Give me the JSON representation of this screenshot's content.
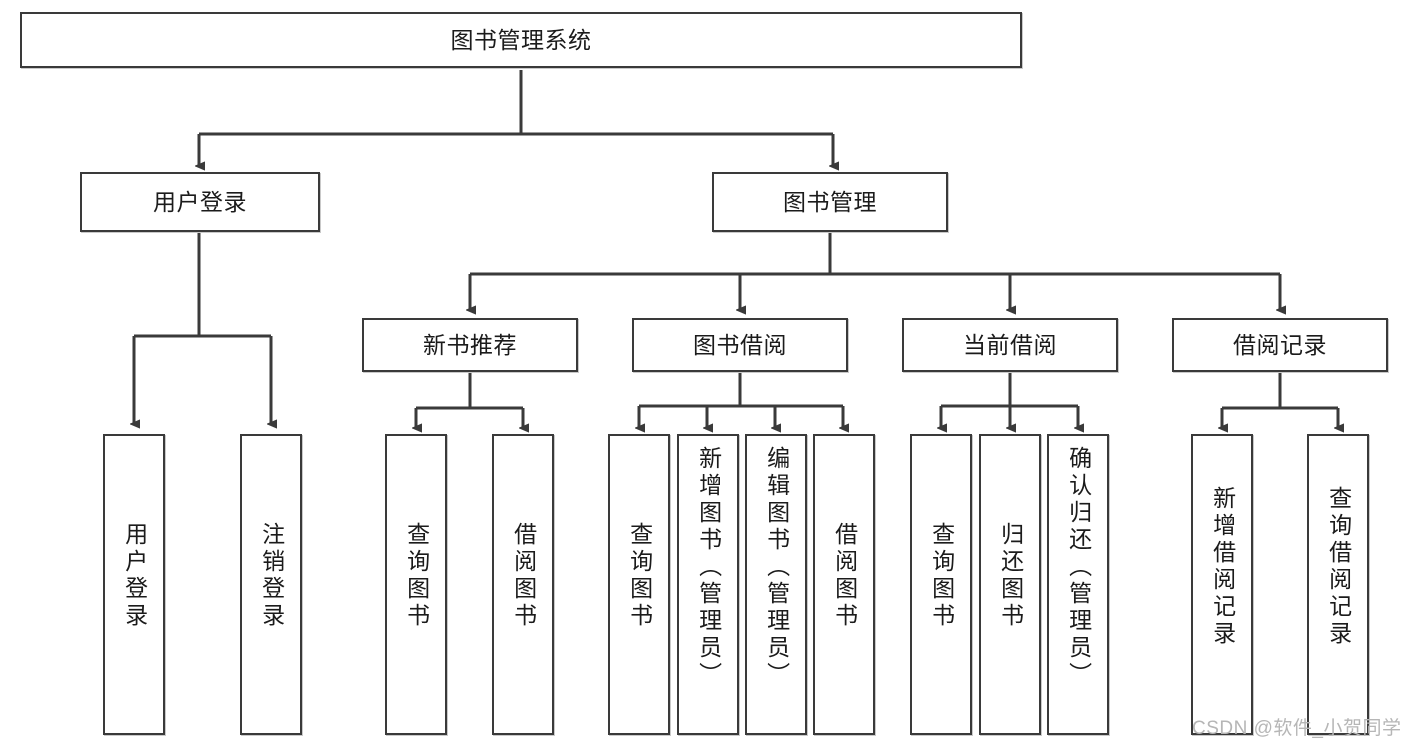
{
  "diagram": {
    "title": "图书管理系统",
    "type": "hierarchy-tree",
    "root": {
      "id": "root",
      "label": "图书管理系统",
      "orientation": "horizontal"
    },
    "level2": [
      {
        "id": "user-login",
        "label": "用户登录",
        "orientation": "horizontal"
      },
      {
        "id": "book-manage",
        "label": "图书管理",
        "orientation": "horizontal"
      }
    ],
    "level3": [
      {
        "id": "new-book-recommend",
        "label": "新书推荐",
        "orientation": "horizontal",
        "parent": "book-manage"
      },
      {
        "id": "book-borrow",
        "label": "图书借阅",
        "orientation": "horizontal",
        "parent": "book-manage"
      },
      {
        "id": "current-borrow",
        "label": "当前借阅",
        "orientation": "horizontal",
        "parent": "book-manage"
      },
      {
        "id": "borrow-record",
        "label": "借阅记录",
        "orientation": "horizontal",
        "parent": "book-manage"
      }
    ],
    "leaves": [
      {
        "id": "leaf-user-login",
        "label": "用户登录",
        "parent": "user-login",
        "orientation": "vertical"
      },
      {
        "id": "leaf-user-logout",
        "label": "注销登录",
        "parent": "user-login",
        "orientation": "vertical"
      },
      {
        "id": "leaf-query-book-1",
        "label": "查询图书",
        "parent": "new-book-recommend",
        "orientation": "vertical"
      },
      {
        "id": "leaf-borrow-book-1",
        "label": "借阅图书",
        "parent": "new-book-recommend",
        "orientation": "vertical"
      },
      {
        "id": "leaf-query-book-2",
        "label": "查询图书",
        "parent": "book-borrow",
        "orientation": "vertical"
      },
      {
        "id": "leaf-add-book",
        "label": "新增图书（管理员）",
        "parent": "book-borrow",
        "orientation": "vertical"
      },
      {
        "id": "leaf-edit-book",
        "label": "编辑图书（管理员）",
        "parent": "book-borrow",
        "orientation": "vertical"
      },
      {
        "id": "leaf-borrow-book-2",
        "label": "借阅图书",
        "parent": "book-borrow",
        "orientation": "vertical"
      },
      {
        "id": "leaf-query-book-3",
        "label": "查询图书",
        "parent": "current-borrow",
        "orientation": "vertical"
      },
      {
        "id": "leaf-return-book",
        "label": "归还图书",
        "parent": "current-borrow",
        "orientation": "vertical"
      },
      {
        "id": "leaf-confirm-return",
        "label": "确认归还（管理员）",
        "parent": "current-borrow",
        "orientation": "vertical"
      },
      {
        "id": "leaf-add-record",
        "label": "新增借阅记录",
        "parent": "borrow-record",
        "orientation": "vertical"
      },
      {
        "id": "leaf-query-record",
        "label": "查询借阅记录",
        "parent": "borrow-record",
        "orientation": "vertical"
      }
    ],
    "colors": {
      "border": "#3a3a3a",
      "text": "#1b1b1b",
      "background": "#ffffff",
      "edge": "#3a3a3a",
      "watermark": "#b6b6b6"
    }
  },
  "watermark": {
    "text": "CSDN @软件_小贺同学"
  }
}
